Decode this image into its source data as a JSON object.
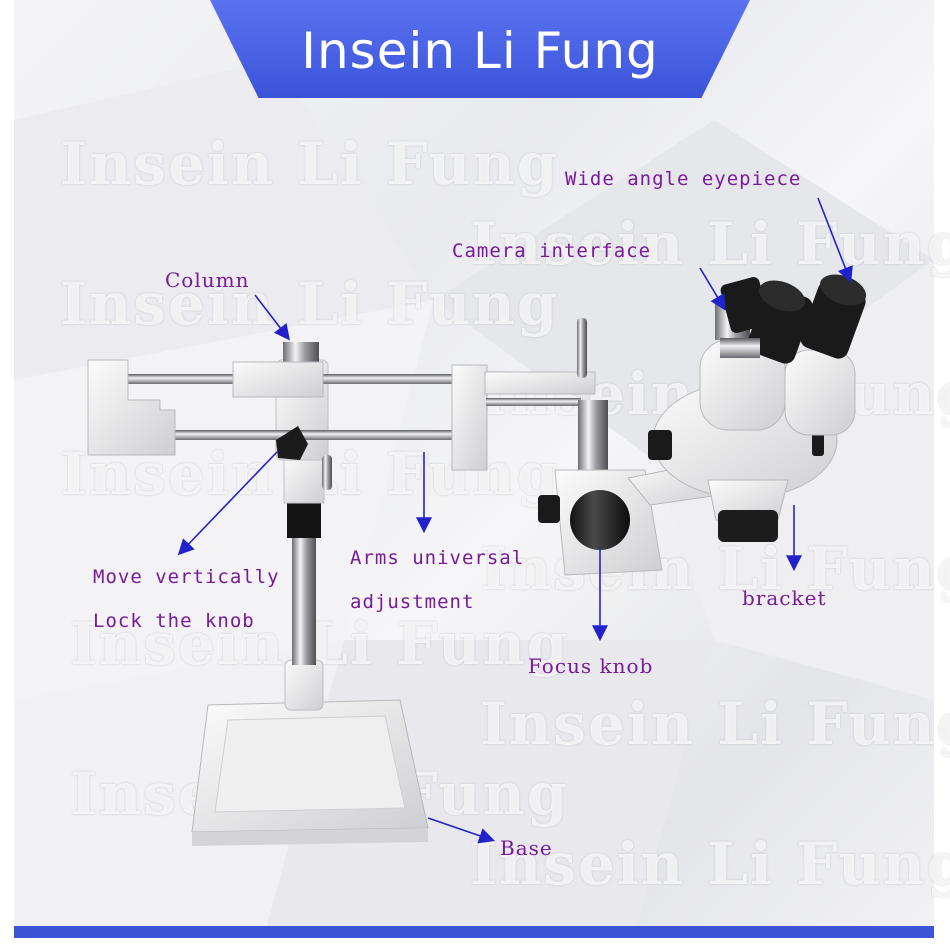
{
  "brand": {
    "title": "Insein  Li  Fung"
  },
  "watermark": {
    "text": "Insein Li Fung"
  },
  "labels": {
    "column": "Column",
    "camera_interface": "Camera interface",
    "wide_angle_eyepiece": "Wide angle eyepiece",
    "move_vertically": "Move vertically",
    "lock_knob": "Lock the knob",
    "arms_universal": "Arms universal",
    "adjustment": "adjustment",
    "focus_knob": "Focus knob",
    "bracket": "bracket",
    "base": "Base"
  },
  "colors": {
    "banner": "#3b53da",
    "label": "#7a1a9a",
    "arrow": "#2222cc"
  }
}
